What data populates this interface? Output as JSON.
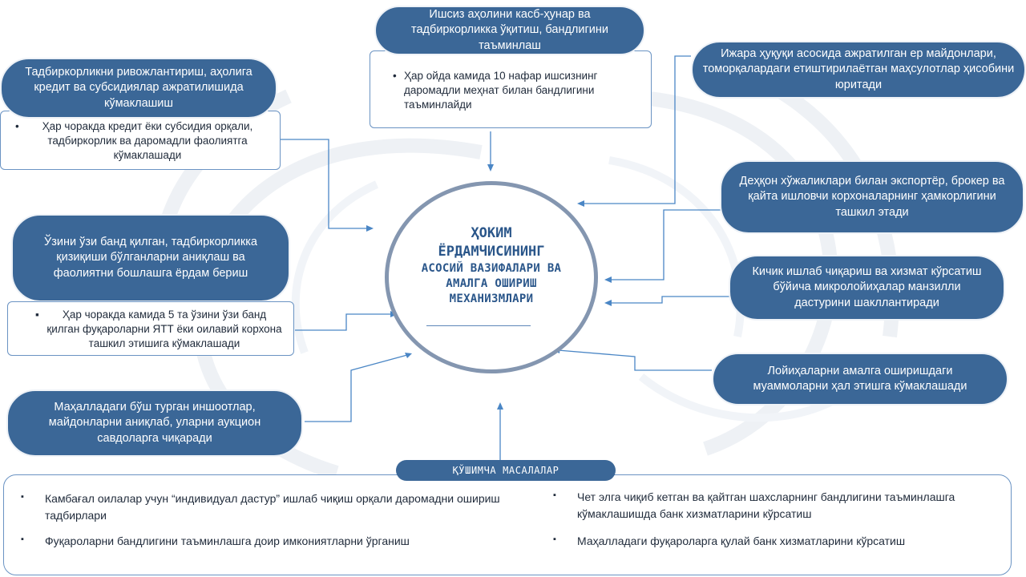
{
  "colors": {
    "pill": "#3b6797",
    "connector": "#4a86c5",
    "circle_border": "#8496b0",
    "title": "#2a568a"
  },
  "center": {
    "title_line1": "ҲОКИМ",
    "title_line2": "ЁРДАМЧИСИНИНГ",
    "title_line3": "АСОСИЙ ВАЗИФАЛАРИ ВА",
    "title_line4": "АМАЛГА ОШИРИШ",
    "title_line5": "МЕХАНИЗМЛАРИ"
  },
  "top": {
    "header": "Ишсиз аҳолини касб-ҳунар ва тадбиркорликка ўқитиш, бандлигини таъминлаш",
    "detail": "Ҳар ойда камида 10 нафар ишсизнинг даромадли меҳнат билан бандлигини таъминлайди"
  },
  "left": [
    {
      "header": "Тадбиркорликни ривожлантириш, аҳолига кредит ва субсидиялар ажратилишида кўмаклашиш",
      "detail": "Ҳар чоракда кредит ёки субсидия орқали, тадбиркорлик ва даромадли фаолиятга кўмаклашади"
    },
    {
      "header": "Ўзини ўзи банд қилган, тадбиркорликка қизиқиши бўлганларни аниқлаш ва фаолиятни бошлашга ёрдам бериш",
      "detail": "Ҳар чоракда камида 5 та ўзини ўзи банд қилган фуқароларни ЯТТ ёки оилавий корхона ташкил этишига кўмаклашади"
    },
    {
      "header": "Маҳалладаги бўш турган иншоотлар, майдонларни аниқлаб, уларни аукцион савдоларга чиқаради"
    }
  ],
  "right": [
    "Ижара ҳуқуқи асосида ажратилган ер майдонлари, томорқалардаги етиштирилаётган маҳсулотлар ҳисобини юритади",
    "Деҳқон хўжаликлари билан экспортёр, брокер ва қайта ишловчи корхоналарнинг ҳамкорлигини ташкил этади",
    "Кичик ишлаб чиқариш ва хизмат кўрсатиш бўйича микролойиҳалар манзилли дастурини шакллантиради",
    "Лойиҳаларни амалга оширишдаги муаммоларни ҳал этишга кўмаклашади"
  ],
  "additional": {
    "title": "ҚЎШИМЧА МАСАЛАЛАР",
    "items": [
      "Камбағал оилалар учун “индивидуал дастур” ишлаб чиқиш орқали даромадни ошириш тадбирлари",
      "Фуқароларни бандлигини таъминлашга доир имкониятларни ўрганиш",
      "Чет элга чиқиб кетган ва қайтган шахсларнинг бандлигини таъминлашга кўмаклашишда банк хизматларини кўрсатиш",
      "Маҳалладаги фуқароларга қулай банк хизматларини кўрсатиш"
    ]
  }
}
